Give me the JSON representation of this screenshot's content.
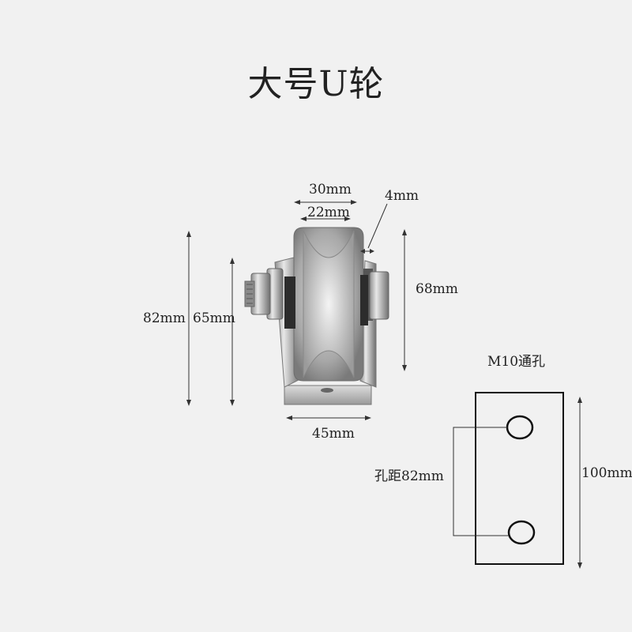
{
  "title": "大号U轮",
  "dimensions": {
    "width_outer": "30mm",
    "width_groove": "22mm",
    "plate_thickness": "4mm",
    "total_height": "82mm",
    "wheel_height": "65mm",
    "wheel_diameter": "68mm",
    "base_width": "45mm"
  },
  "plate": {
    "hole_label": "M10通孔",
    "hole_spacing": "孔距82mm",
    "plate_length": "100mm"
  }
}
